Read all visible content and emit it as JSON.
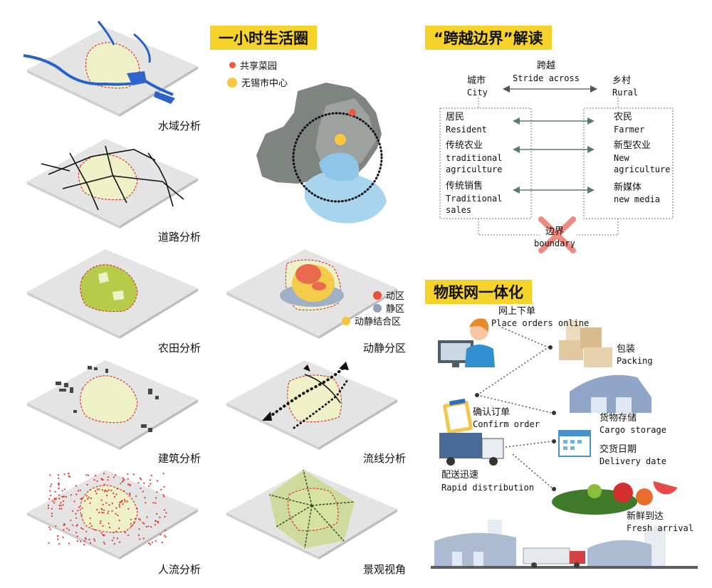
{
  "titles": {
    "life_circle": "一小时生活圈",
    "boundary": "“跨越边界”解读",
    "iot": "物联网一体化"
  },
  "tile_labels": {
    "water": "水域分析",
    "road": "道路分析",
    "farm": "农田分析",
    "building": "建筑分析",
    "people": "人流分析",
    "zone": "动静分区",
    "flow": "流线分析",
    "view": "景观视角"
  },
  "map_legend": {
    "garden": {
      "label": "共享菜园",
      "color": "#ee5b3f"
    },
    "center": {
      "label": "无锡市中心",
      "color": "#f6c93c"
    }
  },
  "zone_legend": {
    "active": {
      "label": "动区",
      "color": "#e8503a"
    },
    "quiet": {
      "label": "静区",
      "color": "#8fa3bd"
    },
    "mixed": {
      "label": "动静结合区",
      "color": "#f2c53a"
    }
  },
  "boundary": {
    "stride_zh": "跨越",
    "stride_en": "Stride across",
    "city_zh": "城市",
    "city_en": "City",
    "rural_zh": "乡村",
    "rural_en": "Rural",
    "left": [
      {
        "zh": "居民",
        "en": "Resident"
      },
      {
        "zh": "传统农业",
        "en": "traditional agriculture"
      },
      {
        "zh": "传统销售",
        "en": "Traditional sales"
      }
    ],
    "right": [
      {
        "zh": "农民",
        "en": "Farmer"
      },
      {
        "zh": "新型农业",
        "en": "New agriculture"
      },
      {
        "zh": "新媒体",
        "en": "new media"
      }
    ],
    "edge_zh": "边界",
    "edge_en": "boundary"
  },
  "iot": {
    "online_zh": "网上下单",
    "online_en": "Place orders online",
    "packing_zh": "包装",
    "packing_en": "Packing",
    "confirm_zh": "确认订单",
    "confirm_en": "Confirm order",
    "storage_zh": "货物存储",
    "storage_en": "Cargo storage",
    "delivery_zh": "交货日期",
    "delivery_en": "Delivery date",
    "rapid_zh": "配送迅速",
    "rapid_en": "Rapid distribution",
    "fresh_zh": "新鲜到达",
    "fresh_en": "Fresh arrival"
  }
}
